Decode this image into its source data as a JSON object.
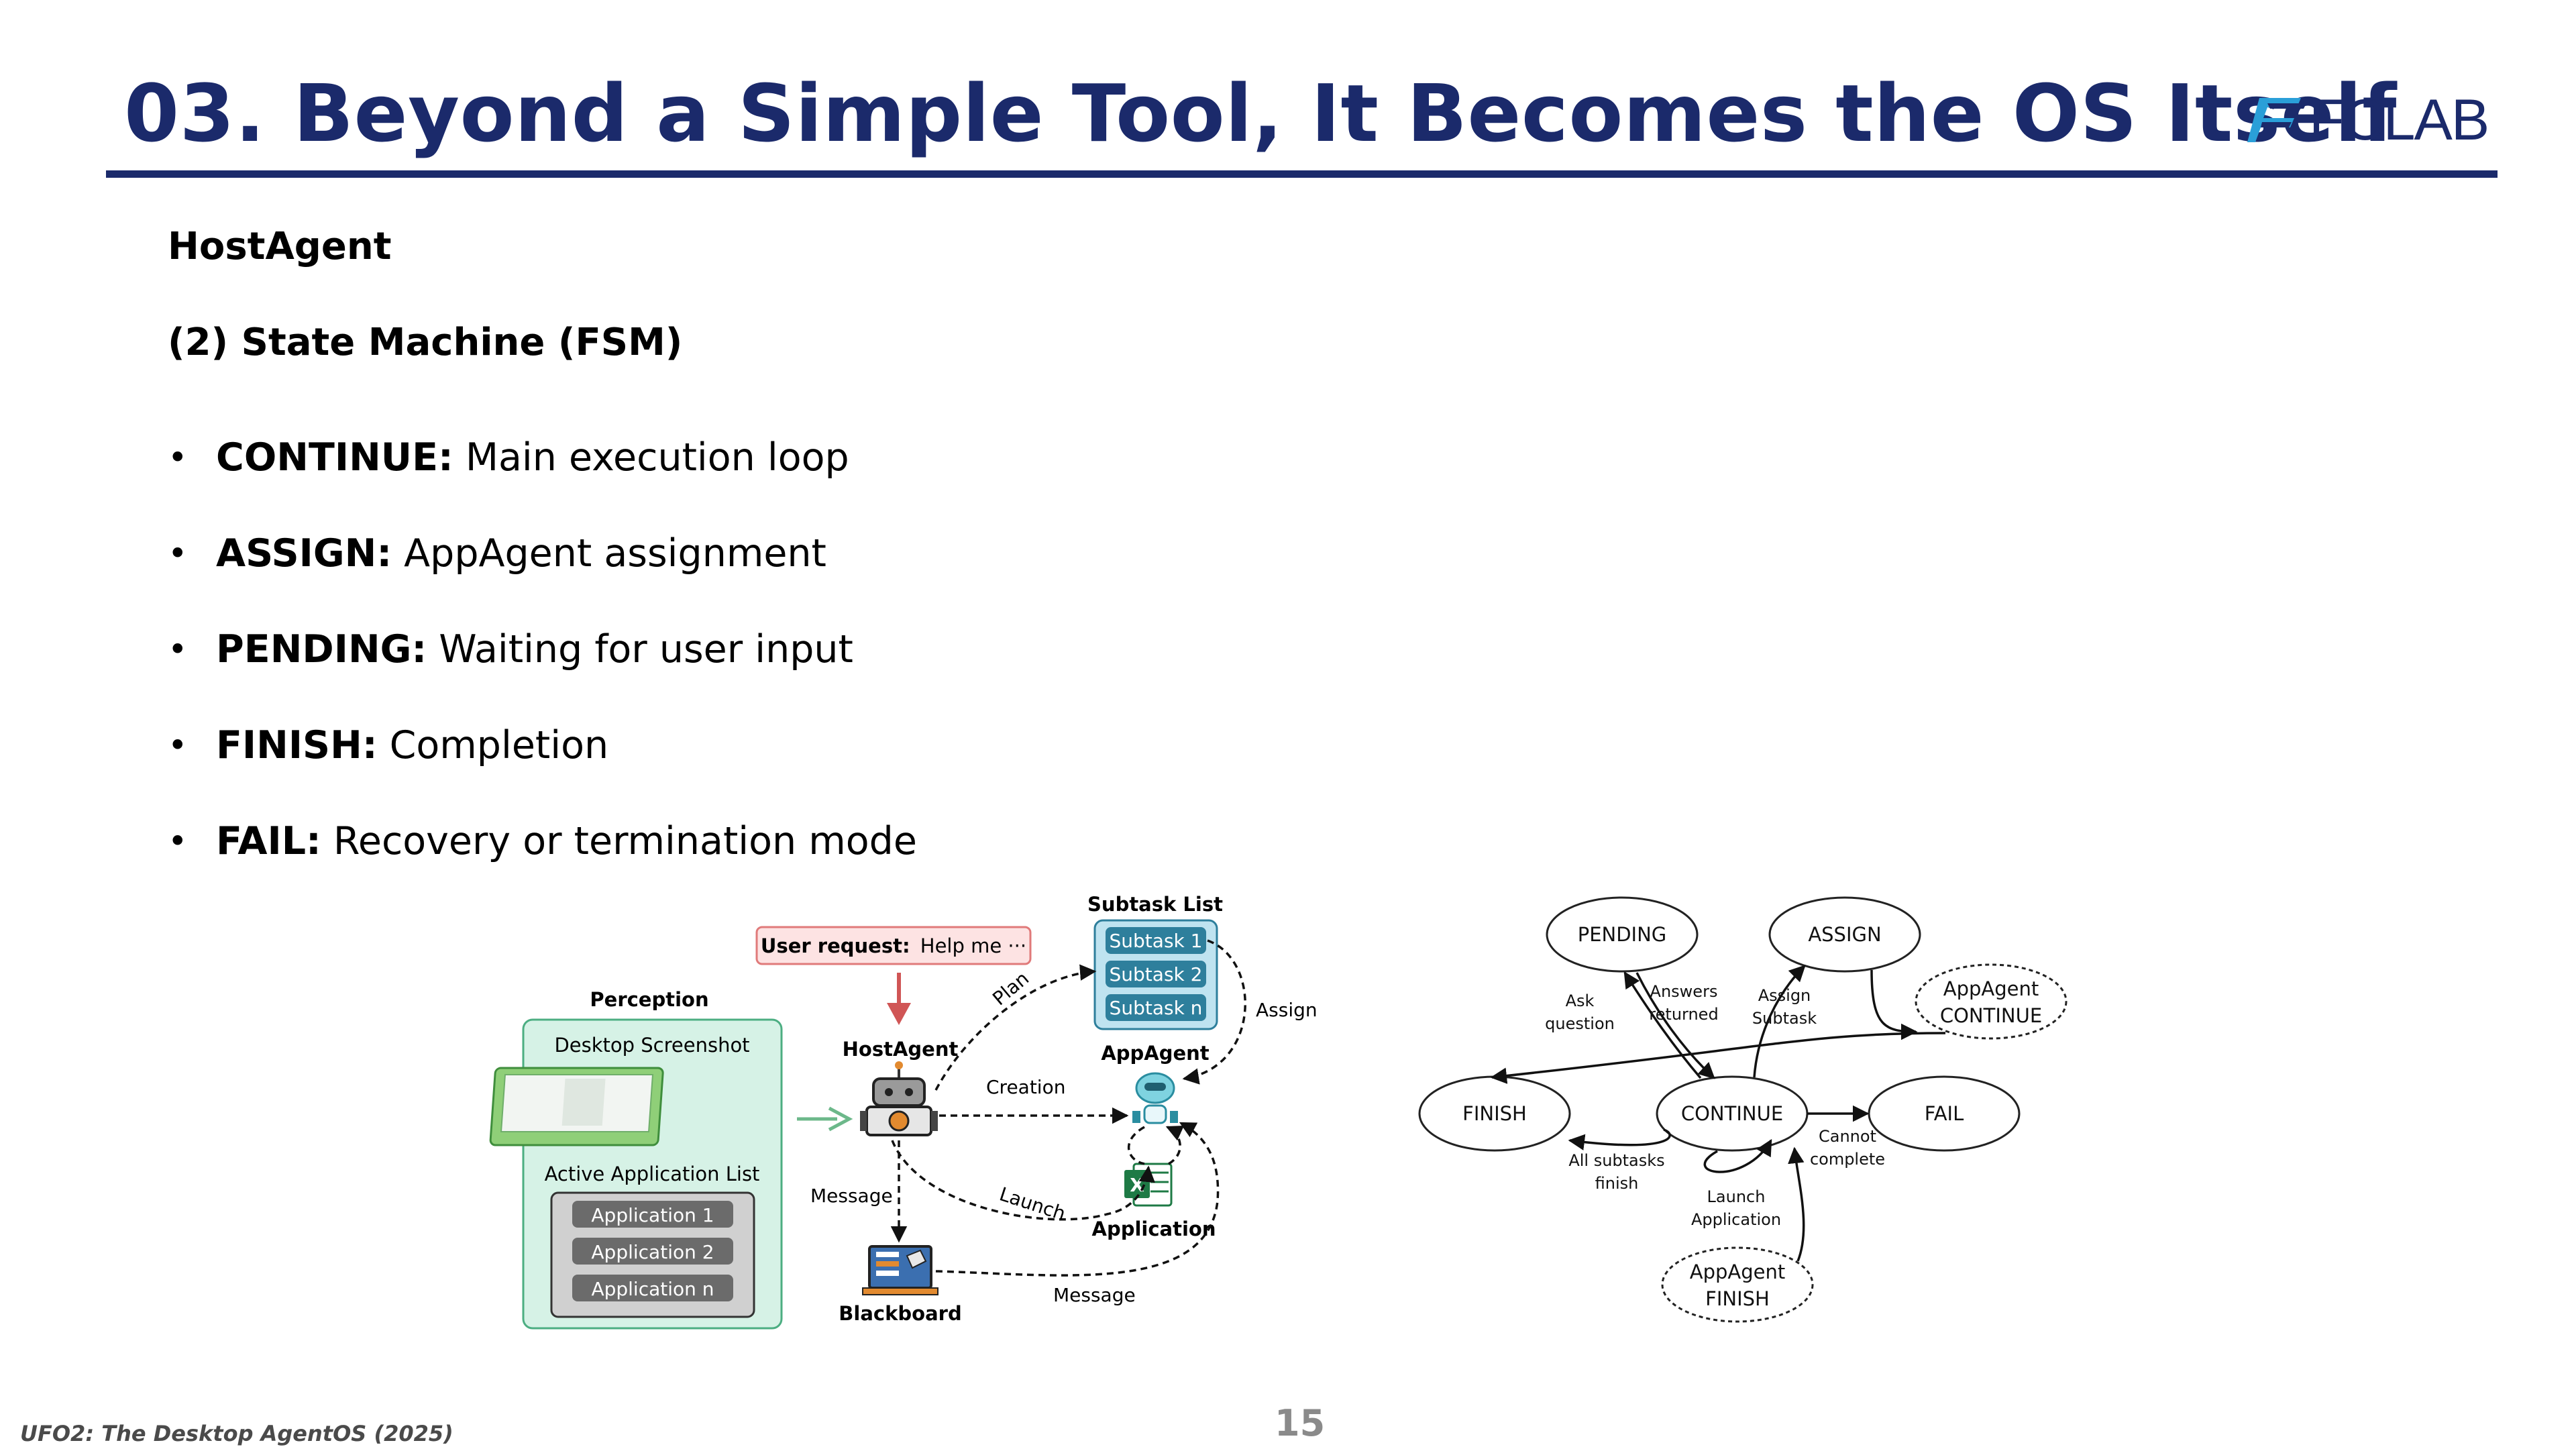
{
  "header": {
    "title": "03. Beyond a Simple Tool, It Becomes the OS Itself",
    "logo_text": "FCLAB"
  },
  "content": {
    "heading": "HostAgent",
    "subheading": "(2) State Machine (FSM)",
    "bullets": [
      {
        "term": "CONTINUE:",
        "desc": "Main execution loop"
      },
      {
        "term": "ASSIGN:",
        "desc": "AppAgent assignment"
      },
      {
        "term": "PENDING:",
        "desc": "Waiting for user input"
      },
      {
        "term": "FINISH:",
        "desc": "Completion"
      },
      {
        "term": "FAIL:",
        "desc": "Recovery or termination mode"
      }
    ]
  },
  "architecture_diagram": {
    "user_request_label": "User request:",
    "user_request_text": "Help me ···",
    "perception_title": "Perception",
    "desktop_screenshot": "Desktop Screenshot",
    "active_app_list": "Active Application List",
    "applications": [
      "Application 1",
      "Application 2",
      "Application n"
    ],
    "host_agent": "HostAgent",
    "app_agent": "AppAgent",
    "application": "Application",
    "blackboard": "Blackboard",
    "subtask_list_title": "Subtask List",
    "subtasks": [
      "Subtask 1",
      "Subtask 2",
      "Subtask n"
    ],
    "edges": {
      "plan": "Plan",
      "assign": "Assign",
      "creation": "Creation",
      "launch": "Launch",
      "message_left": "Message",
      "message_bottom": "Message"
    }
  },
  "fsm_diagram": {
    "states": {
      "pending": "PENDING",
      "assign": "ASSIGN",
      "finish": "FINISH",
      "continue": "CONTINUE",
      "fail": "FAIL",
      "appagent_continue": [
        "AppAgent",
        "CONTINUE"
      ],
      "appagent_finish": [
        "AppAgent",
        "FINISH"
      ]
    },
    "edges": {
      "ask_question": [
        "Ask",
        "question"
      ],
      "answers_returned": [
        "Answers",
        "returned"
      ],
      "assign_subtask": [
        "Assign",
        "Subtask"
      ],
      "all_subtasks_finish": [
        "All subtasks",
        "finish"
      ],
      "launch_application": [
        "Launch",
        "Application"
      ],
      "cannot_complete": [
        "Cannot",
        "complete"
      ]
    }
  },
  "footer": {
    "reference": "UFO2: The Desktop AgentOS (2025)",
    "page_number": "15"
  },
  "colors": {
    "title": "#1b2a6b",
    "logo_accent": "#2a9fd8",
    "perception_bg": "#d6f2e6",
    "subtask_bg": "#bfe3f0",
    "subtask_item": "#2e7f9c",
    "app_item": "#6b6b6b",
    "request_bg": "#fde3e3"
  }
}
